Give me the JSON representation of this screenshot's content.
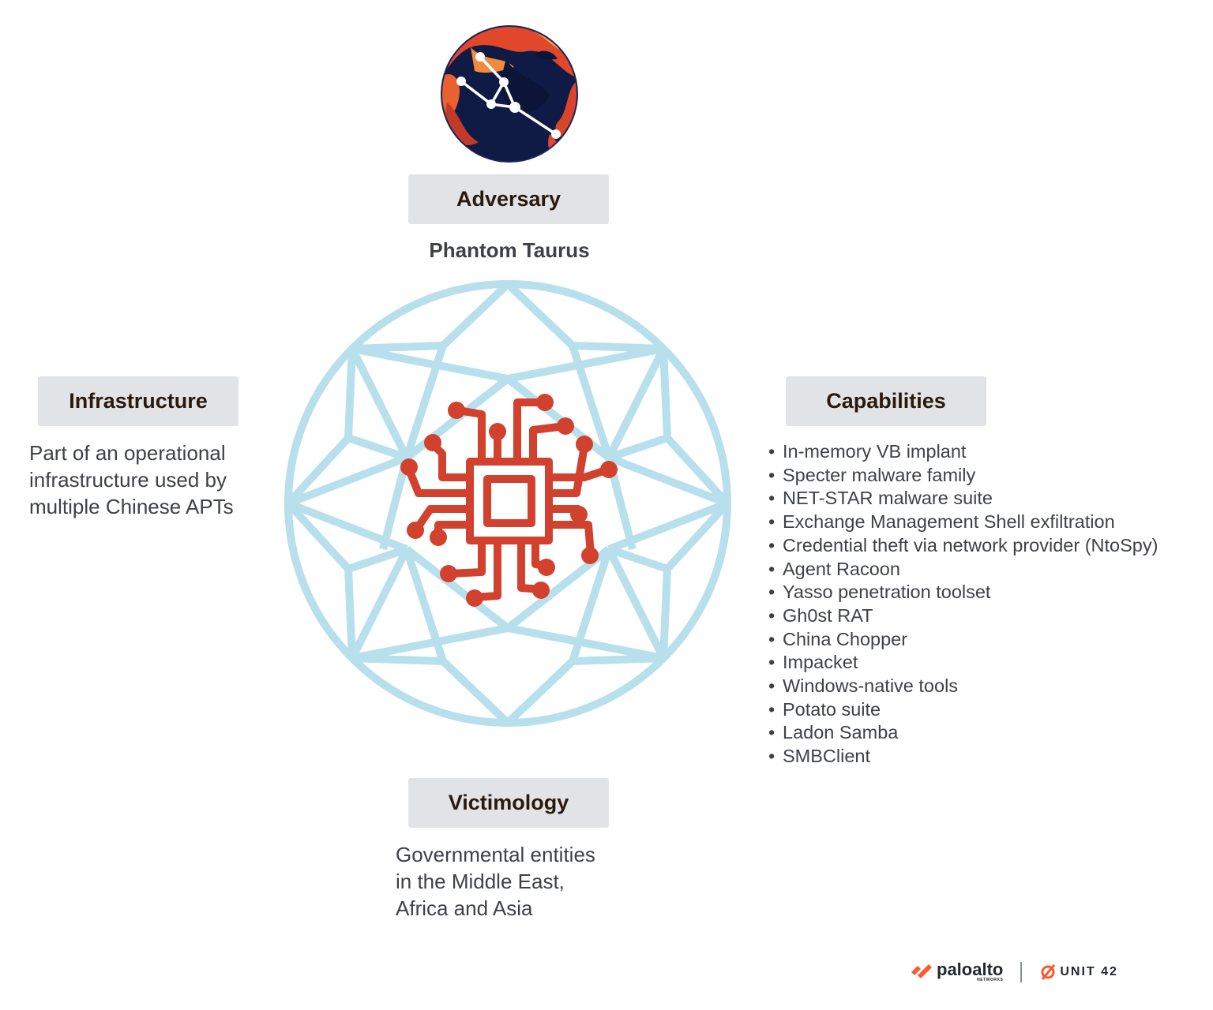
{
  "adversary": {
    "label": "Adversary",
    "name": "Phantom Taurus",
    "emblem_icon": "taurus-constellation-icon"
  },
  "infrastructure": {
    "label": "Infrastructure",
    "lines": [
      "Part of an operational",
      "infrastructure used by",
      "multiple Chinese APTs"
    ]
  },
  "capabilities": {
    "label": "Capabilities",
    "items": [
      "In-memory VB implant",
      "Specter malware family",
      "NET-STAR malware suite",
      "Exchange Management Shell exfiltration",
      "Credential theft via network provider (NtoSpy)",
      "Agent Racoon",
      "Yasso penetration toolset",
      "Gh0st RAT",
      "China Chopper",
      "Impacket",
      "Windows-native tools",
      "Potato suite",
      "Ladon Samba",
      "SMBClient"
    ]
  },
  "victimology": {
    "label": "Victimology",
    "lines": [
      "Governmental entities",
      "in the Middle East,",
      "Africa and Asia"
    ]
  },
  "center": {
    "icon": "circuit-chip-icon",
    "frame_icon": "diamond-model-icon"
  },
  "branding": {
    "paloalto_text": "paloalto",
    "networks_text": "NETWORKS",
    "unit42_text": "UNIT 42"
  },
  "colors": {
    "diamond_stroke": "#b7e0ec",
    "chip_red": "#d2412d",
    "label_bg": "#e1e3e6",
    "brand_orange": "#fa582d"
  }
}
